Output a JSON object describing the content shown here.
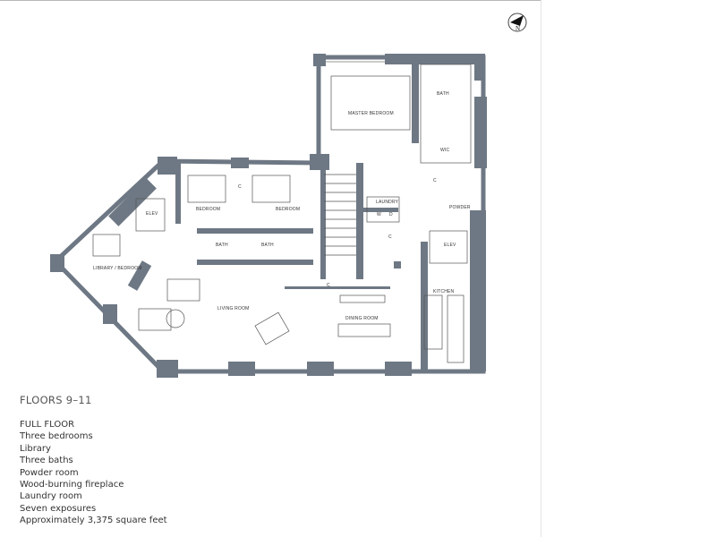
{
  "title": "FLOORS 9–11",
  "features": [
    "FULL FLOOR",
    "Three bedrooms",
    "Library",
    "Three baths",
    "Powder room",
    "Wood-burning fireplace",
    "Laundry room",
    "Seven exposures",
    "Approximately 3,375 square feet"
  ],
  "compass": {
    "label": "N",
    "icon": "north-arrow-icon"
  },
  "rooms": {
    "master_bedroom": "MASTER BEDROOM",
    "bath_master": "BATH",
    "wic": "WIC",
    "bedroom_1": "BEDROOM",
    "bedroom_2": "BEDROOM",
    "elev_left": "ELEV",
    "elev_right": "ELEV",
    "bath_1": "BATH",
    "bath_2": "BATH",
    "laundry": "LAUNDRY",
    "washer": "W",
    "dryer": "D",
    "powder": "POWDER",
    "library": "LIBRARY / BEDROOM",
    "living": "LIVING ROOM",
    "dining": "DINING ROOM",
    "kitchen": "KITCHEN",
    "closet": "C"
  },
  "colors": {
    "wall": "#6e7884",
    "line": "#555555"
  }
}
